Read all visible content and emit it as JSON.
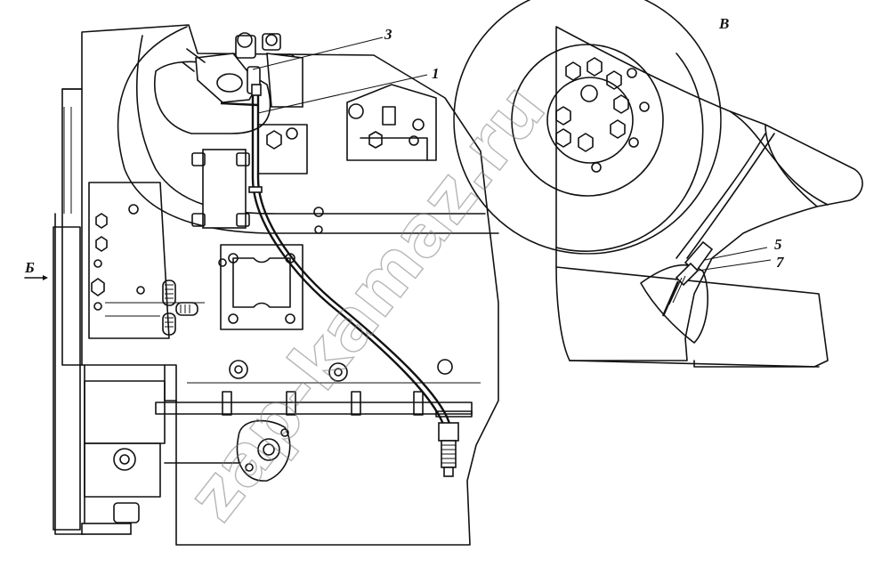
{
  "callouts": {
    "c1": "1",
    "c3": "3",
    "c5": "5",
    "c7": "7"
  },
  "views": {
    "view_b_left": "Б",
    "view_v_right": "В"
  },
  "watermark": "zap-kamaz.ru"
}
